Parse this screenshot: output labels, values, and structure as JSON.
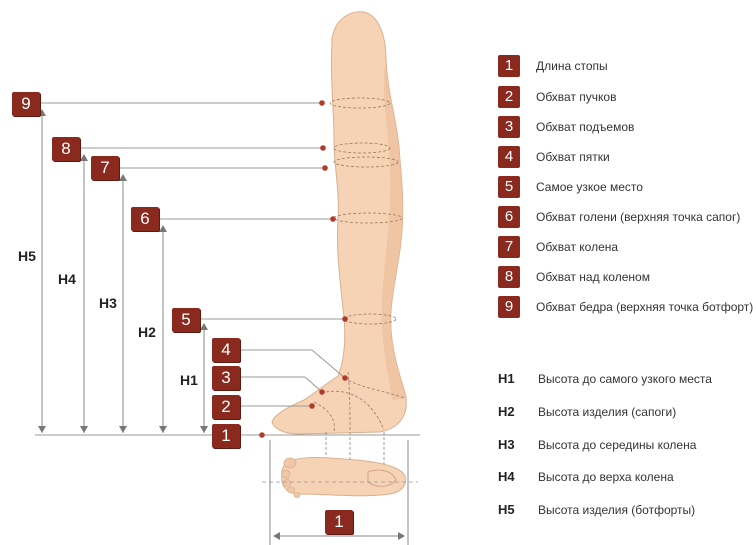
{
  "badges": {
    "b9": "9",
    "b8": "8",
    "b7": "7",
    "b6": "6",
    "b5": "5",
    "b4": "4",
    "b3": "3",
    "b2": "2",
    "b1": "1",
    "foot_length": "1"
  },
  "height_labels": {
    "h1": "H1",
    "h2": "H2",
    "h3": "H3",
    "h4": "H4",
    "h5": "H5"
  },
  "legend": [
    {
      "num": "1",
      "text": "Длина стопы"
    },
    {
      "num": "2",
      "text": "Обхват пучков"
    },
    {
      "num": "3",
      "text": "Обхват подъемов"
    },
    {
      "num": "4",
      "text": "Обхват пятки"
    },
    {
      "num": "5",
      "text": "Самое узкое место"
    },
    {
      "num": "6",
      "text": "Обхват голени (верхняя точка сапог)"
    },
    {
      "num": "7",
      "text": "Обхват колена"
    },
    {
      "num": "8",
      "text": "Обхват над коленом"
    },
    {
      "num": "9",
      "text": "Обхват бедра (верхняя точка ботфорт)"
    }
  ],
  "heights": [
    {
      "key": "H1",
      "text": "Высота до самого узкого места"
    },
    {
      "key": "H2",
      "text": "Высота изделия (сапоги)"
    },
    {
      "key": "H3",
      "text": "Высота до середины колена"
    },
    {
      "key": "H4",
      "text": "Высота до верха колена"
    },
    {
      "key": "H5",
      "text": "Высота изделия (ботфорты)"
    }
  ],
  "colors": {
    "badge": "#8a2a1f",
    "skin": "#f6d3b4",
    "skin_shade": "#ecbf9c",
    "leader_dot": "#b23a2a",
    "line": "#888888"
  }
}
